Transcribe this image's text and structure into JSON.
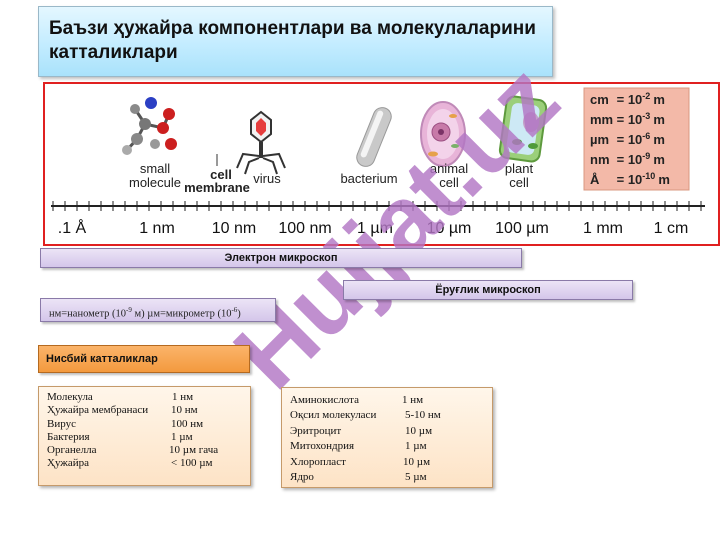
{
  "title": "Баъзи ҳужайра компонентлари ва молекулаларини катталиклари",
  "scale": {
    "objects": [
      {
        "label_lines": [
          "small",
          "molecule"
        ],
        "icon": "small-molecule-icon"
      },
      {
        "label_lines": [
          "cell",
          "membrane"
        ],
        "icon": "cell-membrane-icon"
      },
      {
        "label_lines": [
          "virus"
        ],
        "icon": "virus-icon"
      },
      {
        "label_lines": [
          "bacterium"
        ],
        "icon": "bacterium-icon"
      },
      {
        "label_lines": [
          "animal",
          "cell"
        ],
        "icon": "animal-cell-icon"
      },
      {
        "label_lines": [
          "plant",
          "cell"
        ],
        "icon": "plant-cell-icon"
      }
    ],
    "ticks": [
      ".1 Å",
      "1 nm",
      "10 nm",
      "100 nm",
      "1 µm",
      "10 µm",
      "100 µm",
      "1 mm",
      "1 cm"
    ],
    "units": [
      {
        "unit": "cm",
        "base": "10",
        "exp": "-2",
        "suffix": "m"
      },
      {
        "unit": "mm",
        "base": "10",
        "exp": "-3",
        "suffix": "m"
      },
      {
        "unit": "µm",
        "base": "10",
        "exp": "-6",
        "suffix": "m"
      },
      {
        "unit": "nm",
        "base": "10",
        "exp": "-9",
        "suffix": "m"
      },
      {
        "unit": "Å",
        "base": "10",
        "exp": "-10",
        "suffix": "m"
      }
    ]
  },
  "electron_microscope": "Электрон микроскоп",
  "light_microscope": "Ёруғлик микроскоп",
  "units_note": {
    "part1": "нм=нанометр (10",
    "exp1": "-9",
    "part2": " м)  µм=микрометр (10",
    "exp2": "-6",
    "part3": ")"
  },
  "relative_header": "Нисбий катталиклар",
  "left_list": [
    {
      "name": "Молекула",
      "value": "1 нм"
    },
    {
      "name": "Ҳужайра мембранаси",
      "value": "10 нм"
    },
    {
      "name": "Вирус",
      "value": "100 нм"
    },
    {
      "name": "Бактерия",
      "value": "1 µм"
    },
    {
      "name": "Органелла",
      "value": "10 µм гача"
    },
    {
      "name": "Ҳужайра",
      "value": "< 100 µм"
    }
  ],
  "right_list": [
    {
      "name": "Аминокислота",
      "value": "1 нм"
    },
    {
      "name": "Оқсил молекуласи",
      "value": "5-10 нм"
    },
    {
      "name": "Эритроцит",
      "value": "10 µм"
    },
    {
      "name": "Митохондрия",
      "value": "1 µм"
    },
    {
      "name": "Хлоропласт",
      "value": "10 µм"
    },
    {
      "name": "Ядро",
      "value": "5 µм"
    }
  ],
  "watermark": "Hujjat.uz",
  "colors": {
    "frame": "#e02020",
    "unit_panel": "#f3b9a8",
    "watermark": "#b276c4"
  }
}
